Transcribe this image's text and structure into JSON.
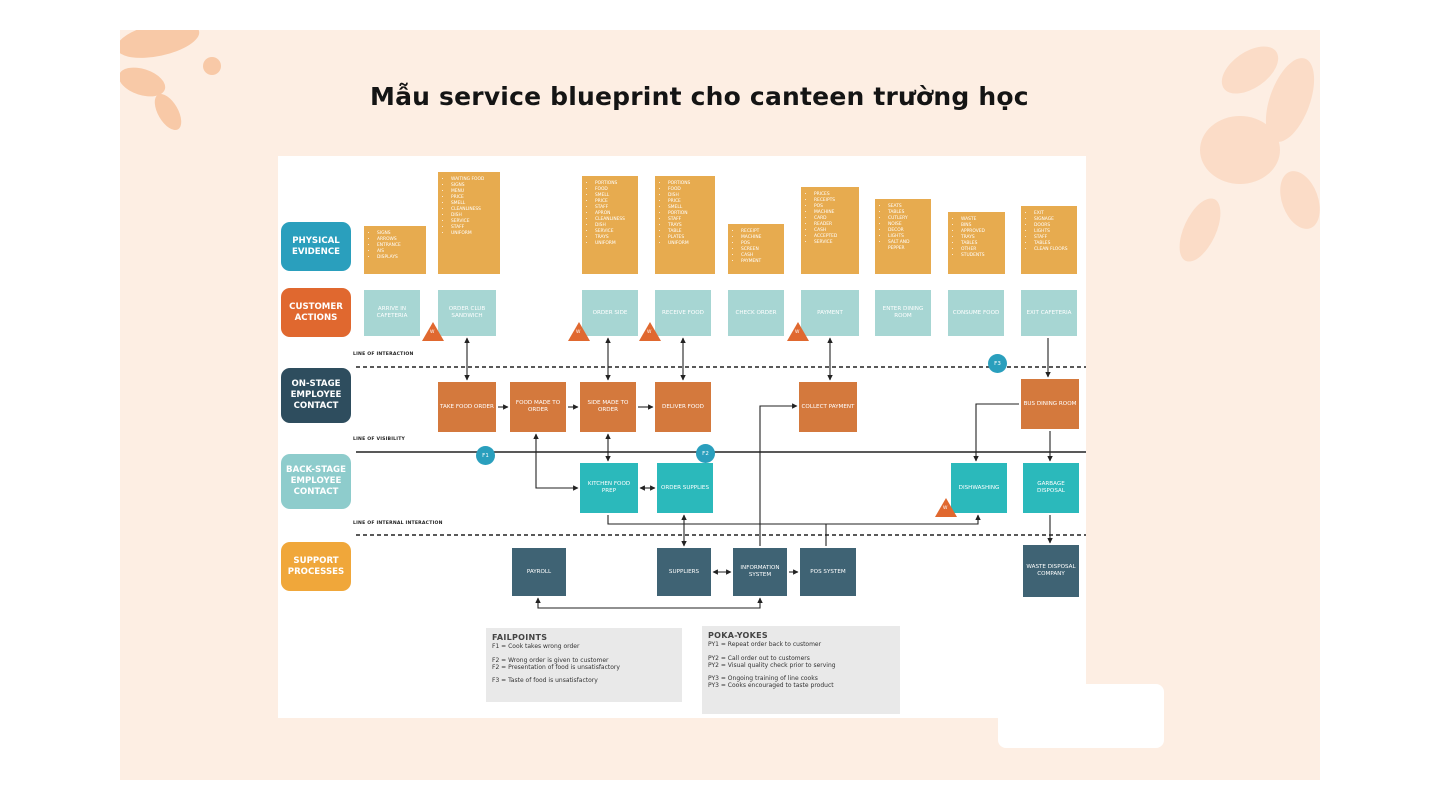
{
  "title": "Mẫu service blueprint cho canteen trường học",
  "lanes": {
    "physical_evidence": "PHYSICAL EVIDENCE",
    "customer_actions": "CUSTOMER ACTIONS",
    "onstage": "ON-STAGE EMPLOYEE CONTACT",
    "backstage": "BACK-STAGE EMPLOYEE CONTACT",
    "support": "SUPPORT PROCESSES"
  },
  "lines": {
    "interaction": "LINE OF INTERACTION",
    "visibility": "LINE OF VISIBILITY",
    "internal": "LINE OF INTERNAL INTERACTION"
  },
  "evidence": [
    [
      "SIGNS",
      "ARROWS",
      "ENTRANCE",
      "AIS",
      "DISPLAYS"
    ],
    [
      "WAITING FOOD",
      "SIGNS",
      "MENU",
      "PRICE",
      "SMELL",
      "CLEANLINESS",
      "DISH",
      "SERVICE",
      "STAFF",
      "UNIFORM"
    ],
    [
      "PORTIONS",
      "FOOD",
      "SMELL",
      "PRICE",
      "STAFF",
      "APRON",
      "CLEANLINESS",
      "DISH",
      "SERVICE",
      "TRAYS",
      "UNIFORM"
    ],
    [
      "PORTIONS",
      "FOOD",
      "DISH",
      "PRICE",
      "SMELL",
      "PORTION",
      "STAFF",
      "TRAYS",
      "TABLE",
      "PLATES",
      "UNIFORM"
    ],
    [
      "RECEIPT",
      "MACHINE",
      "POS",
      "SCREEN",
      "CASH",
      "PAYMENT"
    ],
    [
      "PRICES",
      "RECEIPTS",
      "POS",
      "MACHINE",
      "CARD",
      "READER",
      "CASH",
      "ACCEPTED",
      "SERVICE"
    ],
    [
      "SEATS",
      "TABLES",
      "CUTLERY",
      "NOISE",
      "DECOR",
      "LIGHTS",
      "SALT AND PEPPER"
    ],
    [
      "WASTE",
      "BINS",
      "APPROVED",
      "TRAYS",
      "TABLES",
      "OTHER",
      "STUDENTS"
    ],
    [
      "EXIT",
      "SIGNAGE",
      "DOORS",
      "LIGHTS",
      "STAFF",
      "TABLES",
      "CLEAN FLOORS"
    ]
  ],
  "customer_actions": [
    "ARRIVE IN CAFETERIA",
    "ORDER CLUB SANDWICH",
    "ORDER SIDE",
    "RECEIVE FOOD",
    "CHECK ORDER",
    "PAYMENT",
    "ENTER DINING ROOM",
    "CONSUME FOOD",
    "EXIT CAFETERIA"
  ],
  "onstage": [
    "TAKE FOOD ORDER",
    "FOOD MADE TO ORDER",
    "SIDE MADE TO ORDER",
    "DELIVER FOOD",
    "COLLECT PAYMENT",
    "BUS DINING ROOM"
  ],
  "backstage": [
    "KITCHEN FOOD PREP",
    "ORDER SUPPLIES",
    "DISHWASHING",
    "GARBAGE DISPOSAL"
  ],
  "support": [
    "PAYROLL",
    "SUPPLIERS",
    "INFORMATION SYSTEM",
    "POS SYSTEM",
    "WASTE DISPOSAL COMPANY"
  ],
  "markers": {
    "f1": "F1",
    "f2": "F2",
    "f3": "F3",
    "w": "W"
  },
  "failpoints": {
    "heading": "FAILPOINTS",
    "lines": [
      "F1 = Cook takes wrong order",
      "F2 = Wrong order is given to customer",
      "F2 = Presentation of food is unsatisfactory",
      "F3 = Taste of food is unsatisfactory"
    ]
  },
  "poka_yokes": {
    "heading": "POKA-YOKES",
    "lines": [
      "PY1 = Repeat order back to customer",
      "PY2 = Call order out to customers",
      "PY2 = Visual quality check prior to serving",
      "PY3 = Ongoing training of line cooks",
      "PY3 = Cooks encouraged to taste product"
    ]
  },
  "colors": {
    "slide_bg": "#fdeee3",
    "decor": "#f7c4a2",
    "lane_blue": "#2a9fbd",
    "lane_orange": "#e0682f",
    "lane_navy": "#2e4d5e",
    "lane_light_teal": "#8ecccc",
    "lane_amber": "#f0a73a",
    "evidence": "#e7ab4f",
    "onstage": "#d4793d",
    "backstage": "#2bb9bb",
    "support": "#3f6374"
  }
}
